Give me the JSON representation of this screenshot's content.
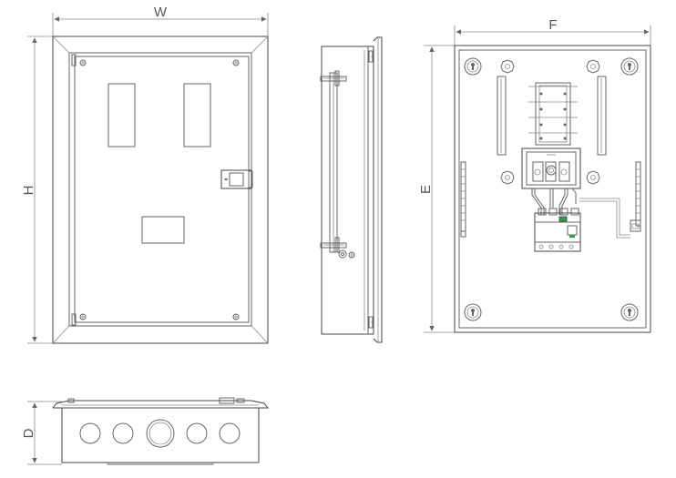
{
  "labels": {
    "width": "W",
    "height": "H",
    "depth": "D",
    "panel_width": "F",
    "panel_height": "E"
  },
  "colors": {
    "line": "#666666",
    "accent_green": "#2e9e4f",
    "background": "#ffffff"
  }
}
